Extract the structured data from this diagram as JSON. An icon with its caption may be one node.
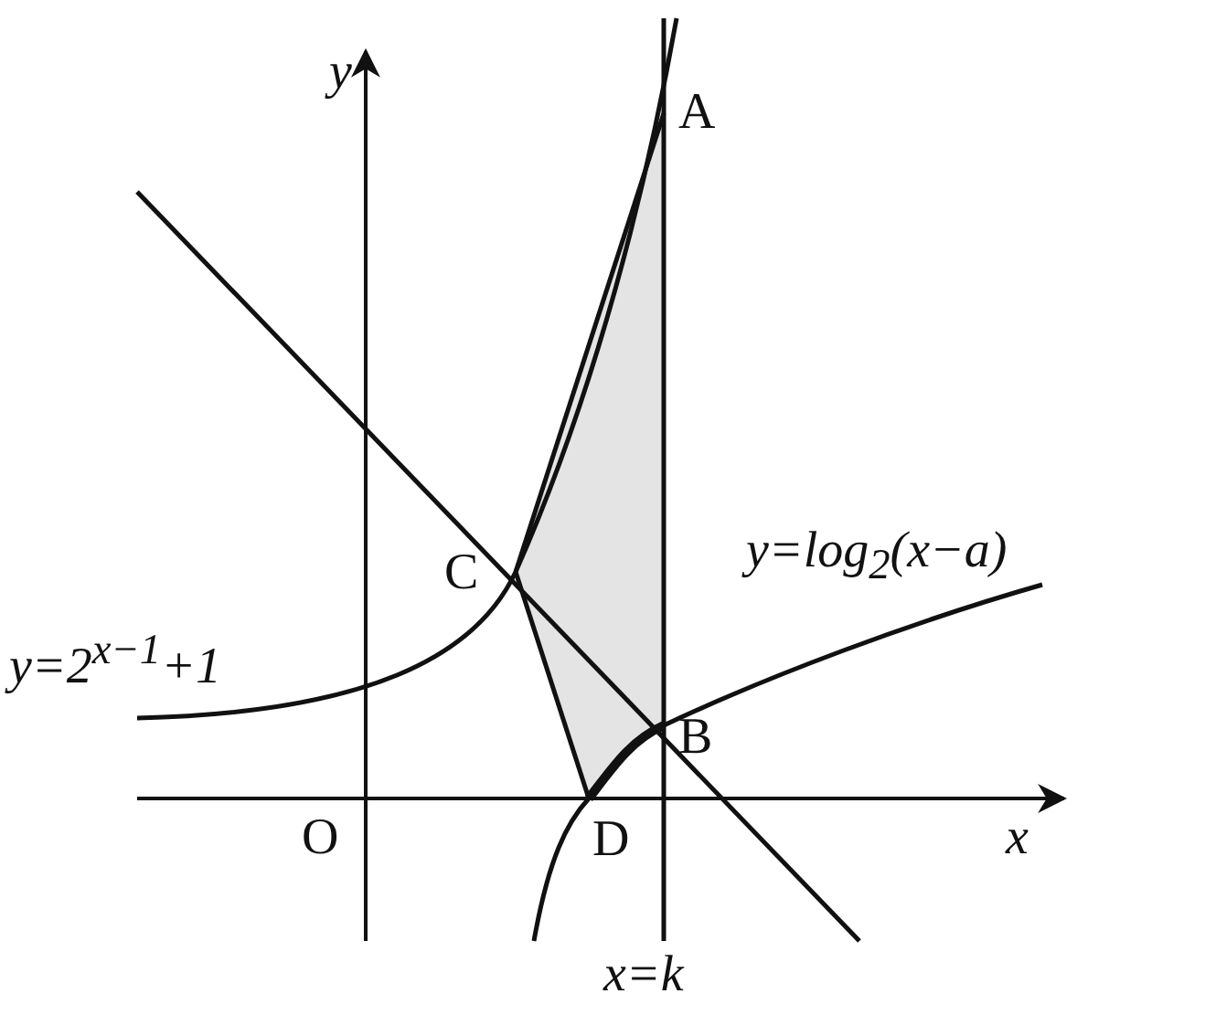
{
  "diagram": {
    "labels": [
      "y",
      "A",
      "y=log$_{2}$(x−a)",
      "C",
      "y=2$^{x−1}$+1",
      "B",
      "O",
      "D",
      "x",
      "x=k"
    ]
  }
}
